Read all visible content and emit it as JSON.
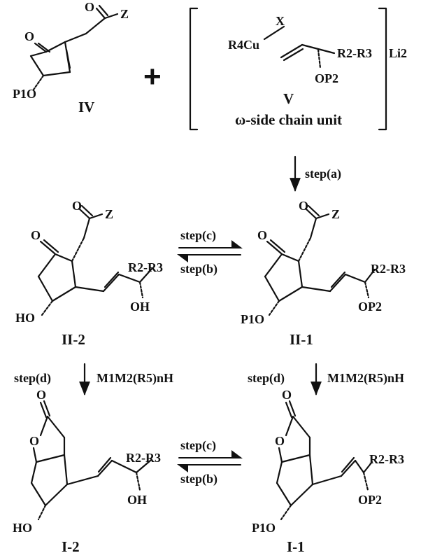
{
  "compounds": {
    "IV": "IV",
    "V": "V",
    "II_2": "II-2",
    "II_1": "II-1",
    "I_2": "I-2",
    "I_1": "I-1"
  },
  "atoms": {
    "O": "O",
    "Z": "Z",
    "X": "X",
    "R4Cu": "R4Cu",
    "R2R3": "R2-R3",
    "Li2": "Li2",
    "OP1": "P1O",
    "OP2": "OP2",
    "HO": "HO",
    "OH": "OH"
  },
  "plus": "+",
  "side_chain_caption": "ω-side chain unit",
  "steps": {
    "a": "step(a)",
    "b": "step(b)",
    "c": "step(c)",
    "d": "step(d)"
  },
  "reagent": "M1M2(R5)nH",
  "colors": {
    "ink": "#111111",
    "background": "#ffffff"
  }
}
